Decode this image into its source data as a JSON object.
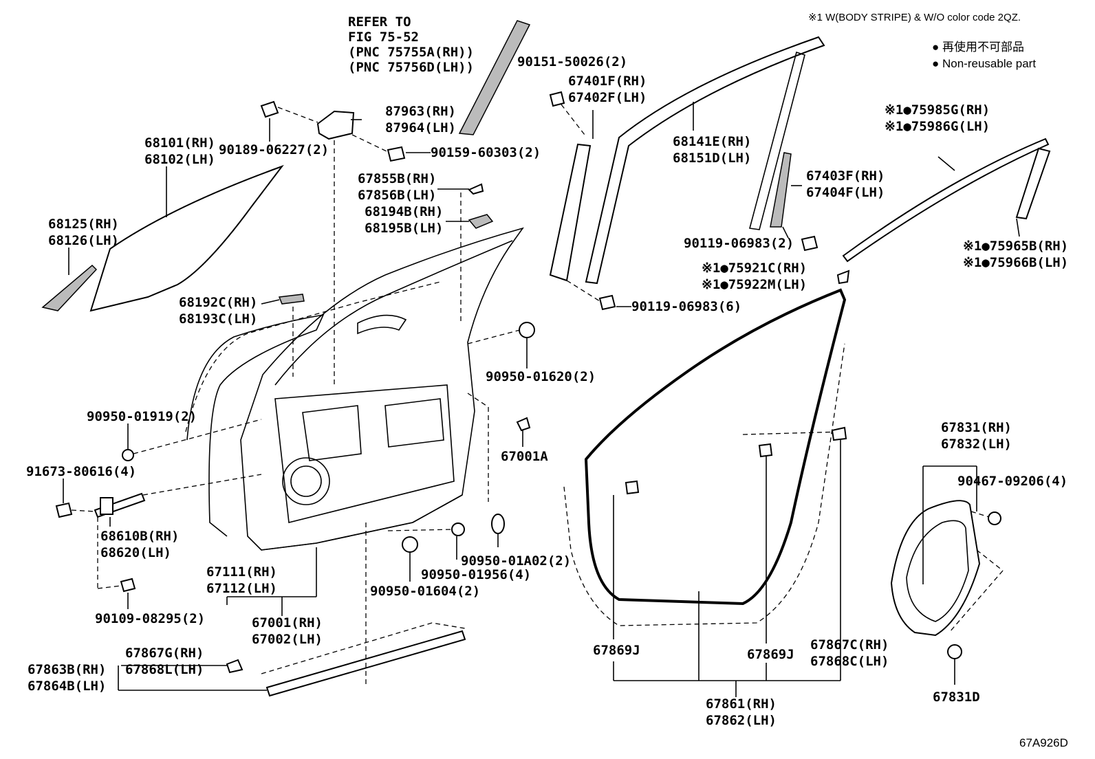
{
  "diagram_id": "67A926D",
  "note_top": "※1 W(BODY STRIPE) & W/O color code 2QZ.",
  "legend": [
    "● 再使用不可部品",
    "● Non-reusable part"
  ],
  "refer": [
    "REFER TO",
    "FIG 75-52",
    "(PNC 75755A(RH))",
    "(PNC 75756D(LH))"
  ],
  "labels": {
    "l_90151": "90151-50026(2)",
    "l_67401F": "67401F(RH)",
    "l_67402F": "67402F(LH)",
    "l_87963": "87963(RH)",
    "l_87964": "87964(LH)",
    "l_90189": "90189-06227(2)",
    "l_90159": "90159-60303(2)",
    "l_68101": "68101(RH)",
    "l_68102": "68102(LH)",
    "l_67855B": "67855B(RH)",
    "l_67856B": "67856B(LH)",
    "l_68194B": "68194B(RH)",
    "l_68195B": "68195B(LH)",
    "l_68125": "68125(RH)",
    "l_68126": "68126(LH)",
    "l_68141E": "68141E(RH)",
    "l_68151D": "68151D(LH)",
    "l_67403F": "67403F(RH)",
    "l_67404F": "67404F(LH)",
    "l_90119a": "90119-06983(2)",
    "l_75985G": "※1●75985G(RH)",
    "l_75986G": "※1●75986G(LH)",
    "l_75965B": "※1●75965B(RH)",
    "l_75966B": "※1●75966B(LH)",
    "l_75921C": "※1●75921C(RH)",
    "l_75922M": "※1●75922M(LH)",
    "l_90119b": "90119-06983(6)",
    "l_68192C": "68192C(RH)",
    "l_68193C": "68193C(LH)",
    "l_90950_01620": "90950-01620(2)",
    "l_90950_01919": "90950-01919(2)",
    "l_67001A": "67001A",
    "l_91673": "91673-80616(4)",
    "l_68610B": "68610B(RH)",
    "l_68620": "68620(LH)",
    "l_67831": "67831(RH)",
    "l_67832": "67832(LH)",
    "l_90467": "90467-09206(4)",
    "l_90950_01A02": "90950-01A02(2)",
    "l_90950_01956": "90950-01956(4)",
    "l_67111": "67111(RH)",
    "l_67112": "67112(LH)",
    "l_90950_01604": "90950-01604(2)",
    "l_90109": "90109-08295(2)",
    "l_67001": "67001(RH)",
    "l_67002": "67002(LH)",
    "l_67869J_a": "67869J",
    "l_67869J_b": "67869J",
    "l_67867C": "67867C(RH)",
    "l_67868C": "67868C(LH)",
    "l_67867G": "67867G(RH)",
    "l_67868L": "67868L(LH)",
    "l_67863B": "67863B(RH)",
    "l_67864B": "67864B(LH)",
    "l_67861": "67861(RH)",
    "l_67862": "67862(LH)",
    "l_67831D": "67831D"
  }
}
